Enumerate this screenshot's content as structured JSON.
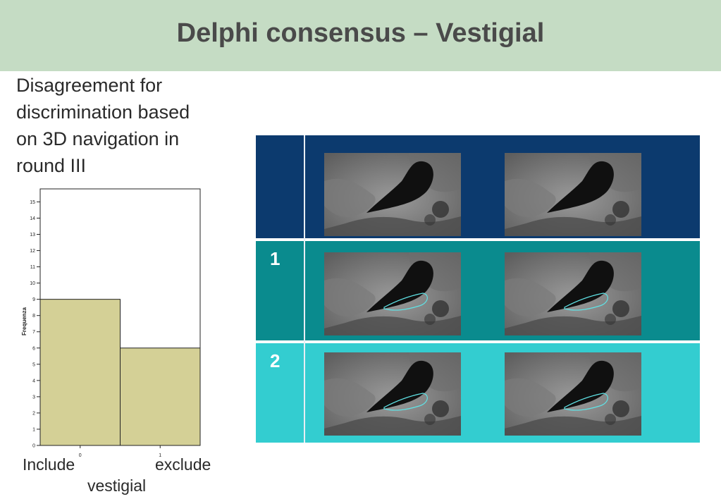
{
  "slide": {
    "title": "Delphi consensus – Vestigial",
    "description_lines": [
      "Disagreement for",
      "discrimination based",
      "on 3D navigation in",
      "round III"
    ]
  },
  "chart_data": {
    "type": "bar",
    "categories": [
      "0",
      "1"
    ],
    "values": [
      9,
      6
    ],
    "ylabel": "Frequenza",
    "ylim": [
      0,
      15.8
    ],
    "yticks": [
      0,
      1,
      2,
      3,
      4,
      5,
      6,
      7,
      8,
      9,
      10,
      11,
      12,
      13,
      14,
      15
    ],
    "category_names": [
      "Include",
      "exclude"
    ],
    "xlabel": "vestigial",
    "bar_color": "#d4d096",
    "grid": false
  },
  "figure": {
    "row_labels": [
      "1",
      "2"
    ],
    "band_colors": [
      "#0c3a6e",
      "#0a8b8e",
      "#33cdd0"
    ],
    "outline_color": "#5fe3e6"
  }
}
